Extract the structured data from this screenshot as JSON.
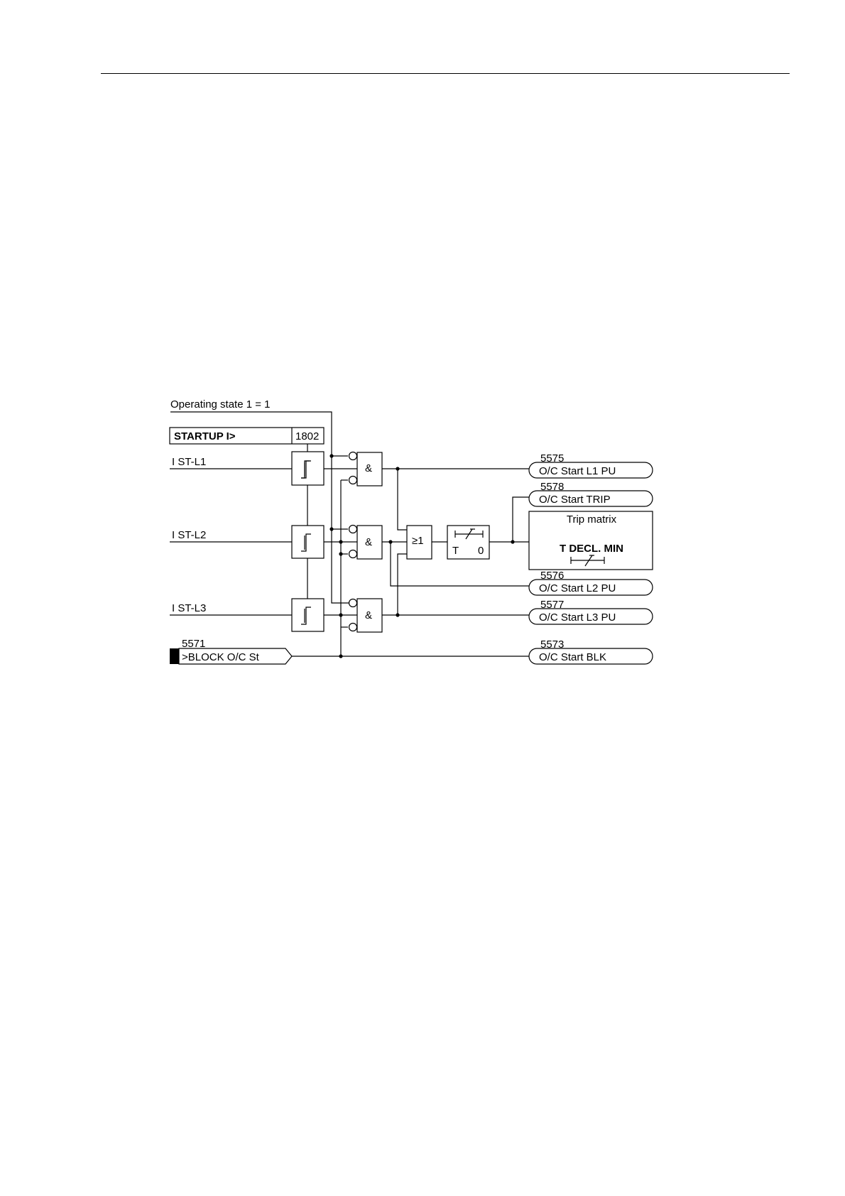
{
  "diagram": {
    "operating_state": "Operating state 1 = 1",
    "setting": {
      "name": "STARTUP I>",
      "address": "1802"
    },
    "inputs": {
      "l1": "I ST-L1",
      "l2": "I ST-L2",
      "l3": "I ST-L3"
    },
    "gates": {
      "and_symbol": "&",
      "or_symbol": "≥1"
    },
    "timer": {
      "t_label": "T",
      "zero_label": "0"
    },
    "block_input": {
      "number": "5571",
      "label": ">BLOCK O/C St"
    },
    "outputs": {
      "l1_pu": {
        "number": "5575",
        "label": "O/C Start L1 PU"
      },
      "trip": {
        "number": "5578",
        "label": "O/C Start TRIP"
      },
      "l2_pu": {
        "number": "5576",
        "label": "O/C Start L2 PU"
      },
      "l3_pu": {
        "number": "5577",
        "label": "O/C Start L3 PU"
      },
      "blk": {
        "number": "5573",
        "label": "O/C Start BLK"
      }
    },
    "trip_matrix": {
      "title": "Trip matrix",
      "parameter": "T DECL. MIN"
    }
  }
}
